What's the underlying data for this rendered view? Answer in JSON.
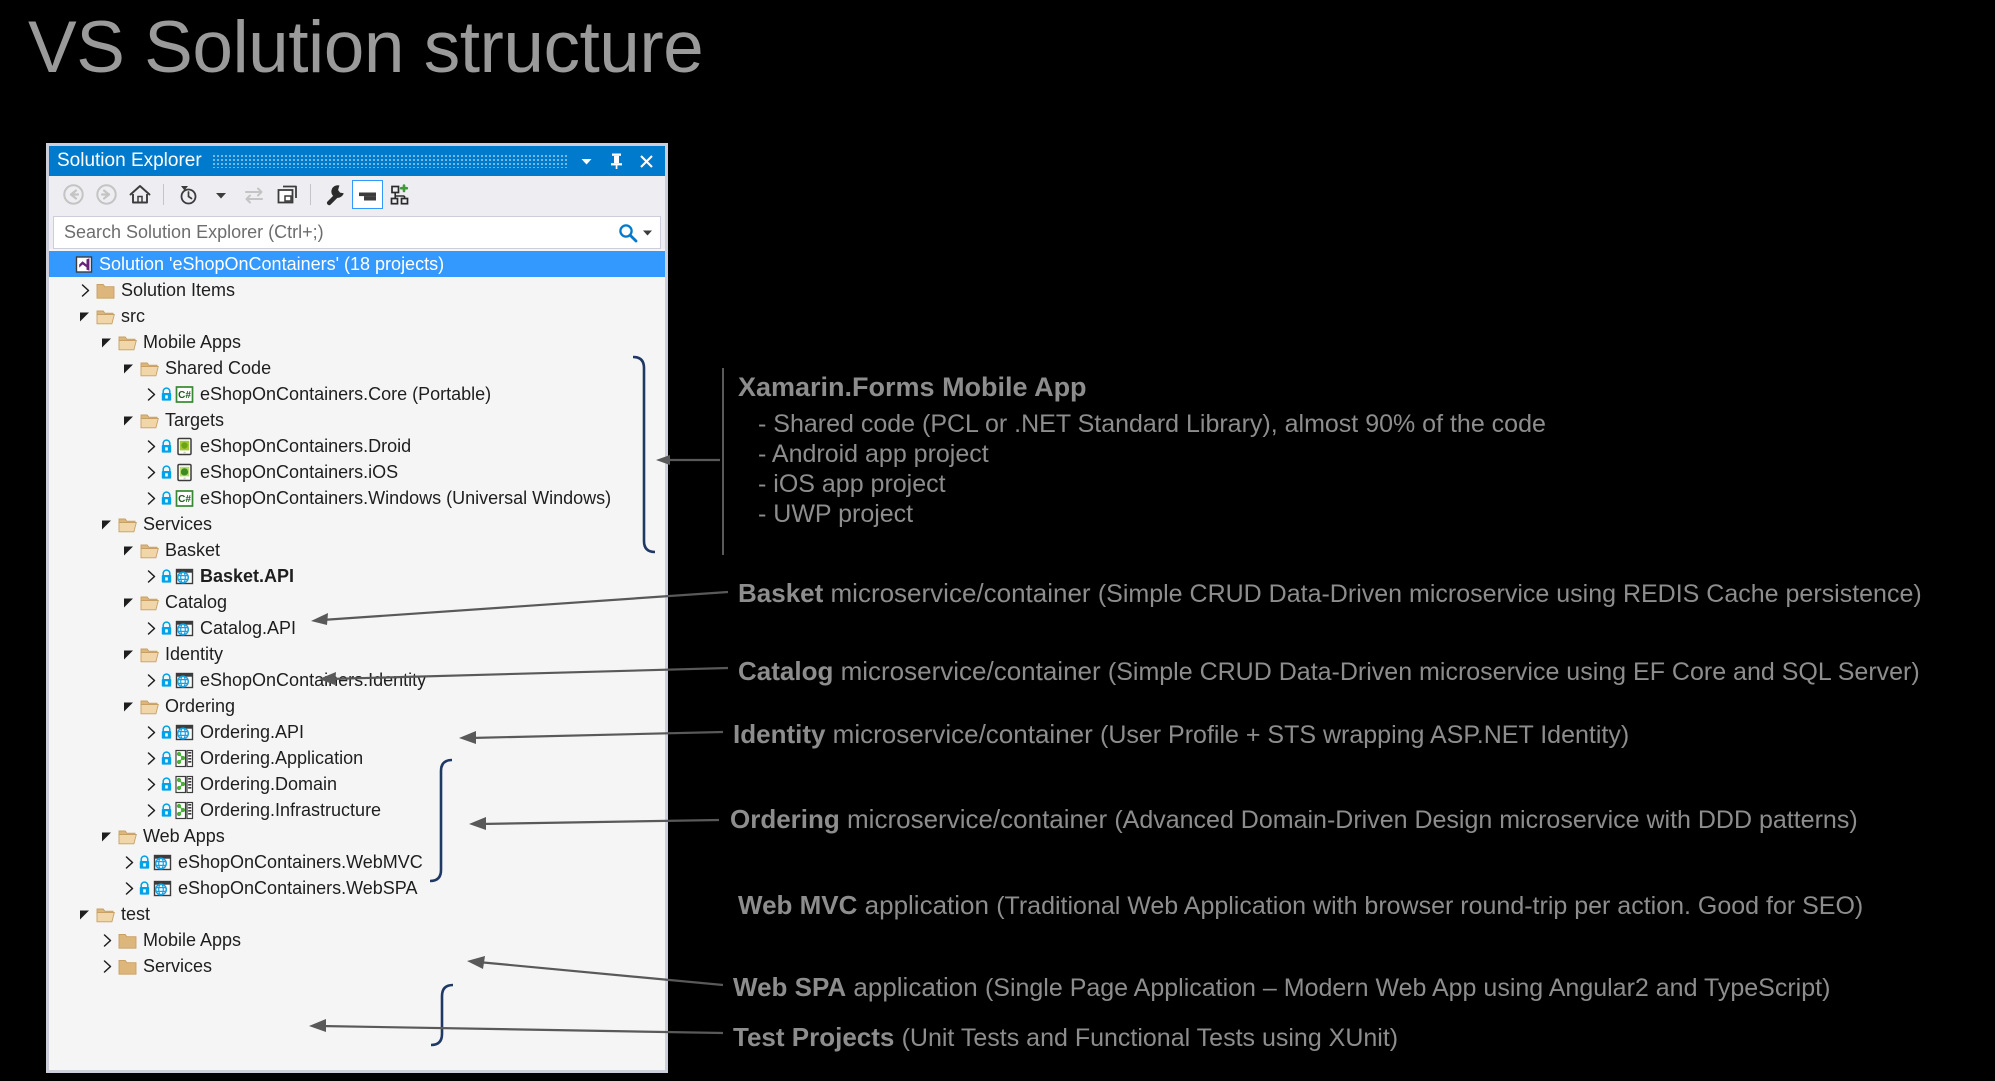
{
  "slide": {
    "title": "VS Solution structure"
  },
  "solution_explorer": {
    "title": "Solution Explorer",
    "title_buttons": [
      {
        "name": "dropdown",
        "glyph": "▼"
      },
      {
        "name": "pin",
        "glyph": "↧"
      },
      {
        "name": "close",
        "glyph": "✕"
      }
    ],
    "toolbar": [
      {
        "name": "back-icon",
        "label": "Back",
        "state": "disabled"
      },
      {
        "name": "forward-icon",
        "label": "Forward",
        "state": "disabled"
      },
      {
        "name": "home-icon",
        "label": "Home",
        "state": "enabled"
      },
      {
        "name": "pending-changes-icon",
        "label": "Pending Changes Filter",
        "state": "enabled"
      },
      {
        "name": "dropdown-arrow-icon",
        "label": "Filter options",
        "state": "enabled"
      },
      {
        "name": "sync-with-active-document-icon",
        "label": "Sync with Active Document",
        "state": "disabled"
      },
      {
        "name": "refresh-icon",
        "label": "Refresh",
        "state": "enabled"
      },
      {
        "name": "properties-icon",
        "label": "Properties",
        "state": "enabled"
      },
      {
        "name": "preview-selected-items-icon",
        "label": "Preview Selected Items",
        "state": "selected"
      },
      {
        "name": "show-all-files-icon",
        "label": "Show All Files",
        "state": "enabled"
      }
    ],
    "search": {
      "placeholder": "Search Solution Explorer (Ctrl+;)",
      "search_icon": "search-icon",
      "dropdown_icon": "chevron-down-icon"
    },
    "tree": [
      {
        "indent": 0,
        "twisty": "none",
        "icon": "visual-studio-solution-icon",
        "lock": false,
        "label": "Solution 'eShopOnContainers' (18 projects)",
        "selected": true,
        "bold": false
      },
      {
        "indent": 1,
        "twisty": "collapsed",
        "icon": "folder-icon",
        "lock": false,
        "label": "Solution Items",
        "selected": false,
        "bold": false
      },
      {
        "indent": 1,
        "twisty": "expanded",
        "icon": "folder-open-icon",
        "lock": false,
        "label": "src",
        "selected": false,
        "bold": false
      },
      {
        "indent": 2,
        "twisty": "expanded",
        "icon": "folder-open-icon",
        "lock": false,
        "label": "Mobile Apps",
        "selected": false,
        "bold": false
      },
      {
        "indent": 3,
        "twisty": "expanded",
        "icon": "folder-open-icon",
        "lock": false,
        "label": "Shared Code",
        "selected": false,
        "bold": false
      },
      {
        "indent": 4,
        "twisty": "collapsed",
        "icon": "csharp-project-icon",
        "lock": true,
        "label": "eShopOnContainers.Core (Portable)",
        "selected": false,
        "bold": false
      },
      {
        "indent": 3,
        "twisty": "expanded",
        "icon": "folder-open-icon",
        "lock": false,
        "label": "Targets",
        "selected": false,
        "bold": false
      },
      {
        "indent": 4,
        "twisty": "collapsed",
        "icon": "android-project-icon",
        "lock": true,
        "label": "eShopOnContainers.Droid",
        "selected": false,
        "bold": false
      },
      {
        "indent": 4,
        "twisty": "collapsed",
        "icon": "ios-project-icon",
        "lock": true,
        "label": "eShopOnContainers.iOS",
        "selected": false,
        "bold": false
      },
      {
        "indent": 4,
        "twisty": "collapsed",
        "icon": "csharp-project-icon",
        "lock": true,
        "label": "eShopOnContainers.Windows (Universal Windows)",
        "selected": false,
        "bold": false
      },
      {
        "indent": 2,
        "twisty": "expanded",
        "icon": "folder-open-icon",
        "lock": false,
        "label": "Services",
        "selected": false,
        "bold": false
      },
      {
        "indent": 3,
        "twisty": "expanded",
        "icon": "folder-open-icon",
        "lock": false,
        "label": "Basket",
        "selected": false,
        "bold": false
      },
      {
        "indent": 4,
        "twisty": "collapsed",
        "icon": "web-project-icon",
        "lock": true,
        "label": "Basket.API",
        "selected": false,
        "bold": true
      },
      {
        "indent": 3,
        "twisty": "expanded",
        "icon": "folder-open-icon",
        "lock": false,
        "label": "Catalog",
        "selected": false,
        "bold": false
      },
      {
        "indent": 4,
        "twisty": "collapsed",
        "icon": "web-project-icon",
        "lock": true,
        "label": "Catalog.API",
        "selected": false,
        "bold": false
      },
      {
        "indent": 3,
        "twisty": "expanded",
        "icon": "folder-open-icon",
        "lock": false,
        "label": "Identity",
        "selected": false,
        "bold": false
      },
      {
        "indent": 4,
        "twisty": "collapsed",
        "icon": "web-project-icon",
        "lock": true,
        "label": "eShopOnContainers.Identity",
        "selected": false,
        "bold": false
      },
      {
        "indent": 3,
        "twisty": "expanded",
        "icon": "folder-open-icon",
        "lock": false,
        "label": "Ordering",
        "selected": false,
        "bold": false
      },
      {
        "indent": 4,
        "twisty": "collapsed",
        "icon": "web-project-icon",
        "lock": true,
        "label": "Ordering.API",
        "selected": false,
        "bold": false
      },
      {
        "indent": 4,
        "twisty": "collapsed",
        "icon": "class-library-icon",
        "lock": true,
        "label": "Ordering.Application",
        "selected": false,
        "bold": false
      },
      {
        "indent": 4,
        "twisty": "collapsed",
        "icon": "class-library-icon",
        "lock": true,
        "label": "Ordering.Domain",
        "selected": false,
        "bold": false
      },
      {
        "indent": 4,
        "twisty": "collapsed",
        "icon": "class-library-icon",
        "lock": true,
        "label": "Ordering.Infrastructure",
        "selected": false,
        "bold": false
      },
      {
        "indent": 2,
        "twisty": "expanded",
        "icon": "folder-open-icon",
        "lock": false,
        "label": "Web Apps",
        "selected": false,
        "bold": false
      },
      {
        "indent": 3,
        "twisty": "collapsed",
        "icon": "web-project-icon",
        "lock": true,
        "label": "eShopOnContainers.WebMVC",
        "selected": false,
        "bold": false
      },
      {
        "indent": 3,
        "twisty": "collapsed",
        "icon": "web-project-icon",
        "lock": true,
        "label": "eShopOnContainers.WebSPA",
        "selected": false,
        "bold": false
      },
      {
        "indent": 1,
        "twisty": "expanded",
        "icon": "folder-open-icon",
        "lock": false,
        "label": "test",
        "selected": false,
        "bold": false
      },
      {
        "indent": 2,
        "twisty": "collapsed",
        "icon": "folder-icon",
        "lock": false,
        "label": "Mobile Apps",
        "selected": false,
        "bold": false
      },
      {
        "indent": 2,
        "twisty": "collapsed",
        "icon": "folder-icon",
        "lock": false,
        "label": "Services",
        "selected": false,
        "bold": false
      }
    ]
  },
  "annotations": {
    "mobile": {
      "heading": "Xamarin.Forms Mobile App",
      "bullets": [
        "- Shared code (PCL or .NET Standard Library), almost 90% of the code",
        "- Android app project",
        "- iOS app project",
        "- UWP project"
      ]
    },
    "items": [
      {
        "name": "basket",
        "bold": "Basket",
        "rest": " microservice/container ",
        "paren": "(Simple CRUD Data-Driven microservice using REDIS Cache persistence)"
      },
      {
        "name": "catalog",
        "bold": "Catalog",
        "rest": " microservice/container ",
        "paren": "(Simple CRUD Data-Driven microservice using EF Core and SQL Server)"
      },
      {
        "name": "identity",
        "bold": "Identity",
        "rest": " microservice/container ",
        "paren": "(User Profile + STS wrapping ASP.NET Identity)"
      },
      {
        "name": "ordering",
        "bold": "Ordering",
        "rest": " microservice/container ",
        "paren": "(Advanced Domain-Driven Design microservice with DDD patterns)"
      },
      {
        "name": "webmvc",
        "bold": "Web MVC",
        "rest": " application ",
        "paren": "(Traditional Web Application with browser round-trip per action. Good for SEO)"
      },
      {
        "name": "webspa",
        "bold": "Web SPA",
        "rest": " application ",
        "paren": "(Single Page Application – Modern Web App using Angular2 and TypeScript)"
      },
      {
        "name": "tests",
        "bold": "Test Projects",
        "rest": " ",
        "paren": "(Unit Tests and Functional Tests using XUnit)"
      }
    ]
  },
  "colors": {
    "background": "#000000",
    "title_text": "#9a9a9a",
    "vs_blue": "#007acc",
    "selection_blue": "#3399ff",
    "panel_bg": "#f5f5f5",
    "chrome_bg": "#eeeef2",
    "annotation_text": "#8d8d8d",
    "bracket_navy": "#1f3864",
    "arrow_gray": "#595959",
    "folder_tan": "#dcb67a",
    "csharp_green": "#368832",
    "web_blue": "#1ba1e2",
    "lock_blue": "#00a2e8"
  }
}
